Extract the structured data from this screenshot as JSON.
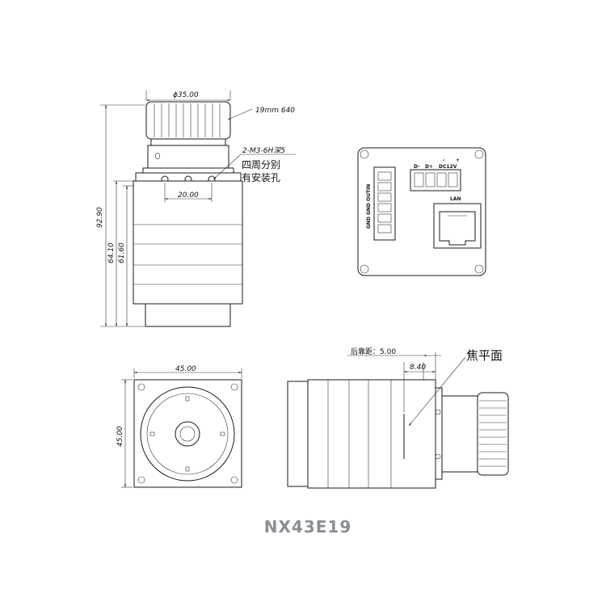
{
  "model": "NX43E19",
  "side_view": {
    "dim_lens_diameter": "ϕ35.00",
    "lens_callout": "19mm 640",
    "hole_callout_line1": "2-M3-6H深5",
    "hole_callout_line2": "四周分别",
    "hole_callout_line3": "有安装孔",
    "dim_hole_spacing": "20.00",
    "dim_total_height": "92.90",
    "dim_body_height_1": "64.10",
    "dim_body_height_2": "61.60"
  },
  "rear_view": {
    "connector_labels": [
      "GND",
      "GND",
      "OUT",
      "IN"
    ],
    "power_labels": [
      "D-",
      "D+",
      "-",
      "+"
    ],
    "power_caption": "DC12V",
    "lan_label": "LAN"
  },
  "front_view": {
    "dim_width": "45.00",
    "dim_height": "45.00"
  },
  "top_view": {
    "back_focal_label": "后靠距：5.00",
    "dim_focal_offset": "8.40",
    "focal_plane_label": "焦平面"
  }
}
